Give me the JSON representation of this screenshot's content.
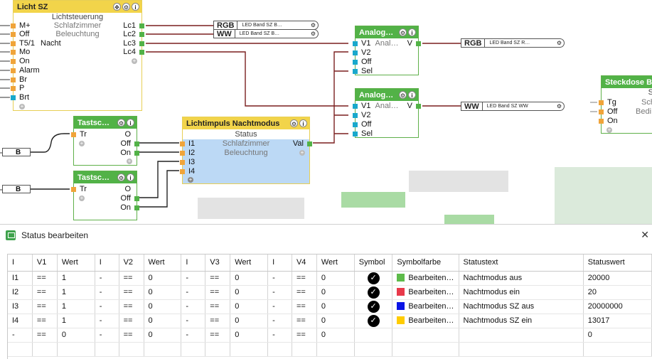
{
  "canvas": {
    "blocks": {
      "licht_sz": {
        "title": "Licht SZ",
        "subtitle": "Lichtsteuerung",
        "inputs": [
          "M+",
          "Off",
          "T5/1",
          "Mo",
          "On",
          "Alarm",
          "Br",
          "P",
          "Brt"
        ],
        "inputs_mid": [
          "Schlafzimmer",
          "Beleuchtung",
          "Nacht"
        ],
        "outputs": [
          "Lc1",
          "Lc2",
          "Lc3",
          "Lc4"
        ]
      },
      "tasts1": {
        "title": "Tastsc…",
        "inputs": [
          "Tr"
        ],
        "outputs": [
          "O",
          "Off",
          "On"
        ]
      },
      "tasts2": {
        "title": "Tastsc…",
        "inputs": [
          "Tr"
        ],
        "outputs": [
          "O",
          "Off",
          "On"
        ]
      },
      "lichtimpuls": {
        "title": "Lichtimpuls Nachtmodus",
        "subtitle": "Status",
        "center_line1": "Schlafzimmer",
        "center_line2": "Beleuchtung",
        "inputs": [
          "I1",
          "I2",
          "I3",
          "I4"
        ],
        "output": "Val"
      },
      "analog1": {
        "title": "Analog…",
        "center": "Anal…",
        "inputs": [
          "V1",
          "V2",
          "Off",
          "Sel"
        ],
        "output": "V"
      },
      "analog2": {
        "title": "Analog…",
        "center": "Anal…",
        "inputs": [
          "V1",
          "V2",
          "Off",
          "Sel"
        ],
        "output": "V"
      },
      "steckdose": {
        "title": "Steckdose Be",
        "subtitle": "S",
        "inputs": [
          "Tg",
          "Off",
          "On"
        ],
        "mid": [
          "Sch",
          "Bedi"
        ]
      }
    },
    "out_labels": [
      {
        "tag": "RGB",
        "text": "LED Band SZ B…"
      },
      {
        "tag": "WW",
        "text": "LED Band SZ B…"
      },
      {
        "tag": "RGB",
        "text": "LED Band SZ R…"
      },
      {
        "tag": "WW",
        "text": "LED Band SZ WW"
      }
    ],
    "in_labels": [
      "B",
      "B"
    ]
  },
  "dialog": {
    "title": "Status bearbeiten",
    "close": "✕",
    "columns": [
      "I",
      "V1",
      "Wert",
      "I",
      "V2",
      "Wert",
      "I",
      "V3",
      "Wert",
      "I",
      "V4",
      "Wert",
      "Symbol",
      "Symbolfarbe",
      "Statustext",
      "Statuswert"
    ],
    "rows": [
      {
        "cells": [
          "I1",
          "==",
          "1",
          "-",
          "==",
          "0",
          "-",
          "==",
          "0",
          "-",
          "==",
          "0"
        ],
        "symbol": "✓",
        "color_label": "Bearbeiten…",
        "color": "#5dbb4a",
        "text": "Nachtmodus aus",
        "value": "20000"
      },
      {
        "cells": [
          "I2",
          "==",
          "1",
          "-",
          "==",
          "0",
          "-",
          "==",
          "0",
          "-",
          "==",
          "0"
        ],
        "symbol": "✓",
        "color_label": "Bearbeiten…",
        "color": "#e8394a",
        "text": "Nachtmodus ein",
        "value": "20"
      },
      {
        "cells": [
          "I3",
          "==",
          "1",
          "-",
          "==",
          "0",
          "-",
          "==",
          "0",
          "-",
          "==",
          "0"
        ],
        "symbol": "✓",
        "color_label": "Bearbeiten…",
        "color": "#0a14e6",
        "text": "Nachtmodus SZ aus",
        "value": "20000000"
      },
      {
        "cells": [
          "I4",
          "==",
          "1",
          "-",
          "==",
          "0",
          "-",
          "==",
          "0",
          "-",
          "==",
          "0"
        ],
        "symbol": "✓",
        "color_label": "Bearbeiten…",
        "color": "#ffcc00",
        "text": "Nachtmodus SZ ein",
        "value": "13017"
      },
      {
        "cells": [
          "-",
          "==",
          "0",
          "-",
          "==",
          "0",
          "-",
          "==",
          "0",
          "-",
          "==",
          "0"
        ],
        "symbol": "",
        "color_label": "",
        "color": "",
        "text": "",
        "value": "0"
      }
    ]
  }
}
